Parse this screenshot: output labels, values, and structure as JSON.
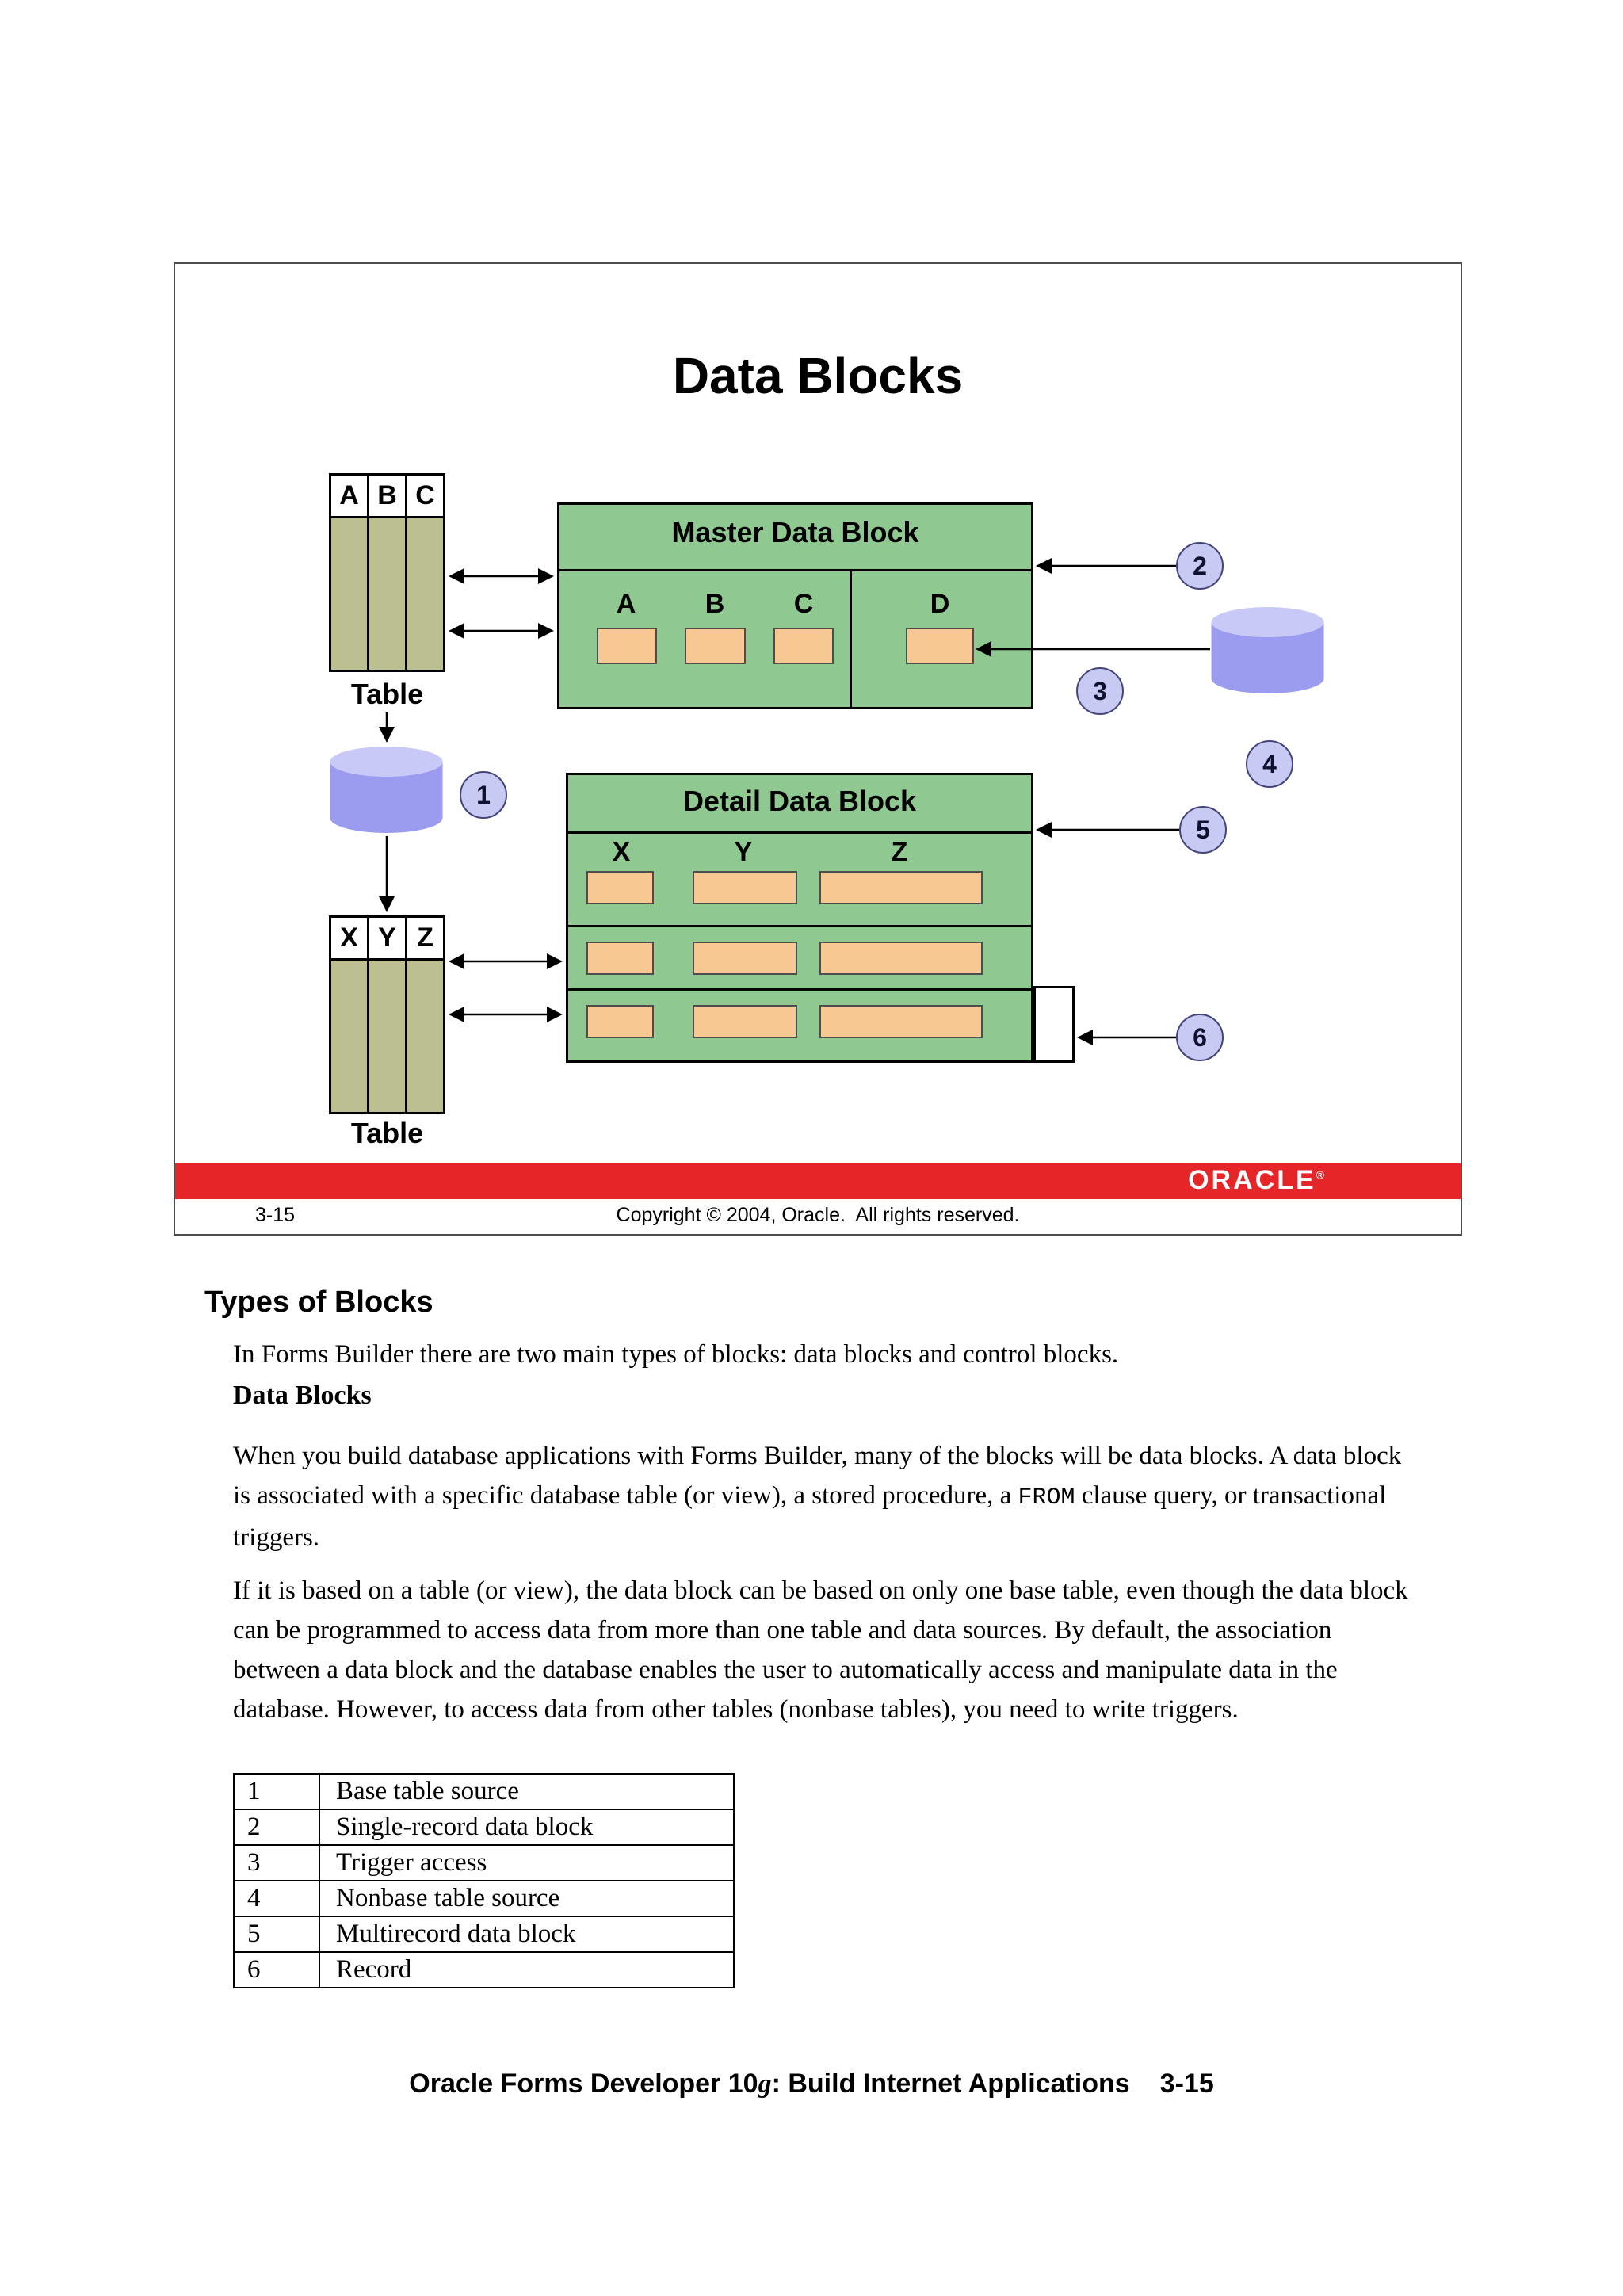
{
  "slide": {
    "title": "Data Blocks",
    "master_block": {
      "title": "Master Data Block",
      "fields": [
        "A",
        "B",
        "C",
        "D"
      ]
    },
    "detail_block": {
      "title": "Detail Data Block",
      "fields": [
        "X",
        "Y",
        "Z"
      ]
    },
    "top_table": {
      "columns": [
        "A",
        "B",
        "C"
      ],
      "label": "Table"
    },
    "bottom_table": {
      "columns": [
        "X",
        "Y",
        "Z"
      ],
      "label": "Table"
    },
    "callouts": [
      "1",
      "2",
      "3",
      "4",
      "5",
      "6"
    ],
    "footer": {
      "page": "3-15",
      "copyright": "Copyright © 2004, Oracle.  All rights reserved.",
      "brand": "ORACLE",
      "brand_reg": "®"
    }
  },
  "icons": {
    "database": "database-cylinder-icon",
    "connector": "black-arrow"
  },
  "notes": {
    "heading": "Types of Blocks",
    "intro": "In Forms Builder there are two main types of blocks: data blocks and control blocks.",
    "subheading": "Data Blocks",
    "para1_before": "When you build database applications with Forms Builder, many of the blocks will be data blocks. A data block is associated with a specific database table (or view), a stored procedure, a ",
    "para1_code": "FROM",
    "para1_after": " clause query, or transactional triggers.",
    "para2": "If it is based on a table (or view), the data block can be based on only one base table, even though the data block can be programmed to access data from more than one table and data sources. By default, the association between a data block and the database enables the user to automatically access and manipulate data in the database. However, to access data from other tables (nonbase tables), you need to write triggers.",
    "legend": [
      {
        "num": "1",
        "label": "Base table source"
      },
      {
        "num": "2",
        "label": "Single-record data block"
      },
      {
        "num": "3",
        "label": "Trigger access"
      },
      {
        "num": "4",
        "label": "Nonbase table source"
      },
      {
        "num": "5",
        "label": "Multirecord data block"
      },
      {
        "num": "6",
        "label": "Record"
      }
    ]
  },
  "page_footer": {
    "text_before_g": "Oracle Forms Developer 10",
    "text_g": "g",
    "text_after_g": ": Build Internet Applications",
    "page": "3-15"
  },
  "colors": {
    "slide_green": "#90C891",
    "field_orange": "#F8C893",
    "table_khaki": "#BCBF8F",
    "db_purple": "#9B9BEF",
    "db_purple_light": "#C9C9F8",
    "callout_fill": "#C7CAF2",
    "callout_border": "#44447A",
    "oracle_red": "#E62528",
    "slide_border": "#4D4D4D"
  }
}
